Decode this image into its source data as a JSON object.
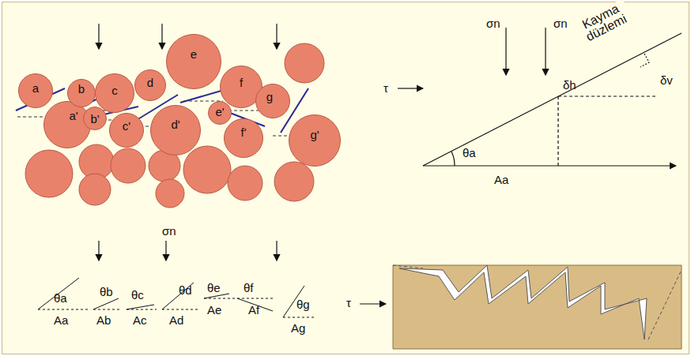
{
  "diagram": {
    "nodes": [
      {
        "text": [
          "a"
        ]
      },
      {
        "text": [
          "b"
        ]
      },
      {
        "text": [
          "c"
        ]
      },
      {
        "text": [
          "d"
        ]
      },
      {
        "text": [
          "e"
        ]
      },
      {
        "text": [
          "f"
        ]
      },
      {
        "text": [
          "g"
        ]
      },
      {
        "text": [
          "a'"
        ]
      },
      {
        "text": [
          "b'"
        ]
      },
      {
        "text": [
          "c'"
        ]
      },
      {
        "text": [
          "d'"
        ]
      },
      {
        "text": [
          "e'"
        ]
      },
      {
        "text": [
          "f'"
        ]
      },
      {
        "text": [
          "g'"
        ]
      }
    ],
    "labels": [
      "σn",
      "σn",
      "τ",
      "Kayma düzlemi",
      "δv",
      "δh",
      "θa",
      "Aa",
      "σn",
      "θa",
      "Aa",
      "θb",
      "Ab",
      "θc",
      "Ac",
      "θd",
      "Ad",
      "θe",
      "Ae",
      "θf",
      "Af",
      "θg",
      "Ag",
      "τ"
    ]
  }
}
